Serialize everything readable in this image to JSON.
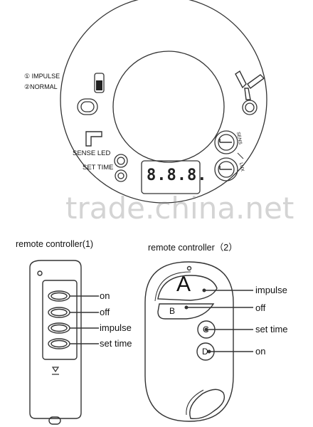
{
  "device": {
    "mode_impulse": "① IMPULSE",
    "mode_normal": "②NORMAL",
    "sense_led": "SENSE LED",
    "set_time": "SET TIME",
    "display": "8.8.8.",
    "knob1_label": "SENS",
    "knob2_label": "LUX"
  },
  "watermark": "trade.china.net",
  "remote1": {
    "title": "remote controller(1)",
    "buttons": [
      "on",
      "off",
      "impulse",
      "set time"
    ]
  },
  "remote2": {
    "title": "remote controller（2）",
    "keys": [
      "A",
      "B",
      "C",
      "D"
    ],
    "labels": [
      "impulse",
      "off",
      "set time",
      "on"
    ]
  }
}
